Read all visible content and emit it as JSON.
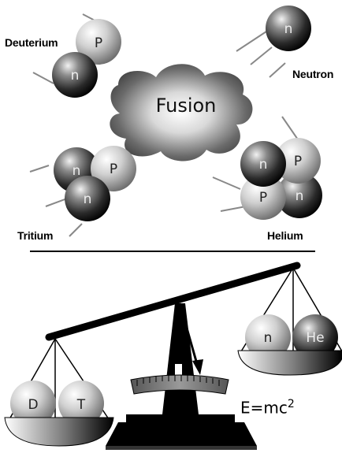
{
  "labels": {
    "deuterium": "Deuterium",
    "neutron": "Neutron",
    "fusion": "Fusion",
    "tritium": "Tritium",
    "helium": "Helium"
  },
  "particles": {
    "proton": "P",
    "neutron": "n",
    "deuterium": "D",
    "tritium": "T",
    "helium": "He"
  },
  "equation": {
    "base": "E=mc",
    "exponent": "2"
  }
}
